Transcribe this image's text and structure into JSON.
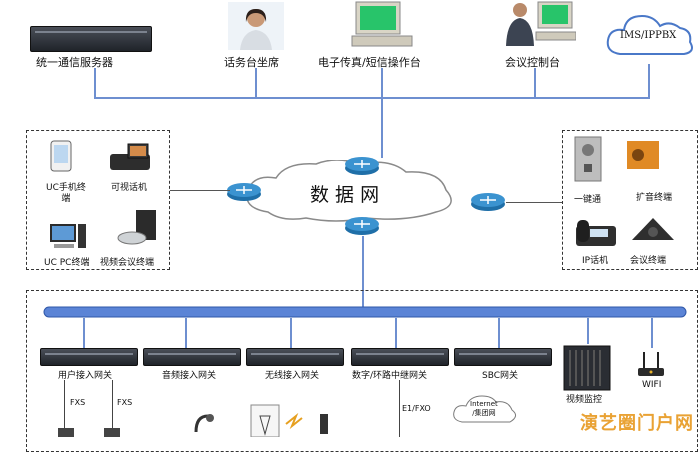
{
  "top": {
    "server_label": "统一通信服务器",
    "agent_label": "话务台坐席",
    "fax_label": "电子传真/短信操作台",
    "conf_label": "会议控制台",
    "ims_label": "IMS/IPPBX"
  },
  "center": {
    "network_label": "数 据 网"
  },
  "left_box": {
    "uc_mobile": "UC手机终\n端",
    "video_phone": "可视话机",
    "uc_pc": "UC PC终端",
    "video_conf": "视频会议终端"
  },
  "right_box": {
    "one_key": "一键通",
    "speaker": "扩音终端",
    "ip_phone": "IP话机",
    "conf_terminal": "会议终端"
  },
  "gateways": {
    "user": "用户接入网关",
    "audio": "音频接入网关",
    "wireless": "无线接入网关",
    "digital": "数字/环路中继网关",
    "sbc": "SBC网关",
    "video_mon": "视频监控",
    "wifi": "WIFI"
  },
  "bottom": {
    "fxs1": "FXS",
    "fxs2": "FXS",
    "e1": "E1/FXO",
    "internet": "Internet\n/集团网"
  },
  "watermark": "演艺圈门户网",
  "colors": {
    "bus": "#5b84d6",
    "router": "#2a7bb8",
    "cloud": "#ffffff"
  }
}
